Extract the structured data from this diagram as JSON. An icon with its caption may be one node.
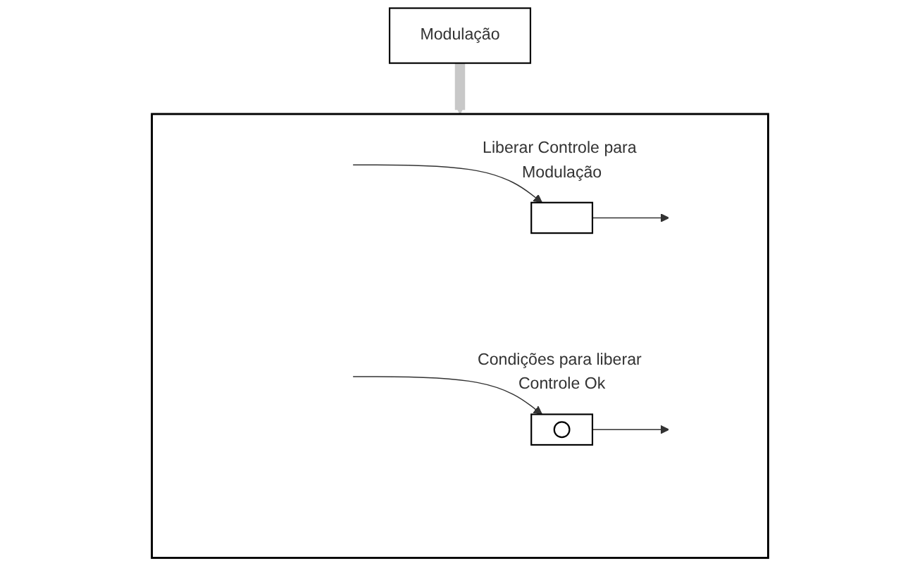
{
  "diagram": {
    "nodes": [
      {
        "text": [
          "Modulação"
        ]
      },
      {
        "text": [],
        "shape": "box"
      },
      {
        "text": [],
        "shape": "box",
        "in": 1,
        "beside": [
          "Liberar Controle para Modulação"
        ]
      },
      {
        "text": [],
        "shape": "box",
        "in": 1,
        "beside": [
          "Condições para liberar Controle Ok"
        ]
      }
    ],
    "edges": [
      {
        "from": 0,
        "to": 1,
        "arrow": "to",
        "style": "thick",
        "color": "#c8c8c8"
      },
      {
        "from": null,
        "to": 2,
        "arrow": "to"
      },
      {
        "from": 2,
        "to": null,
        "arrow": "to"
      },
      {
        "from": null,
        "to": 3,
        "arrow": "to"
      },
      {
        "from": 3,
        "to": null,
        "arrow": "to"
      }
    ]
  }
}
